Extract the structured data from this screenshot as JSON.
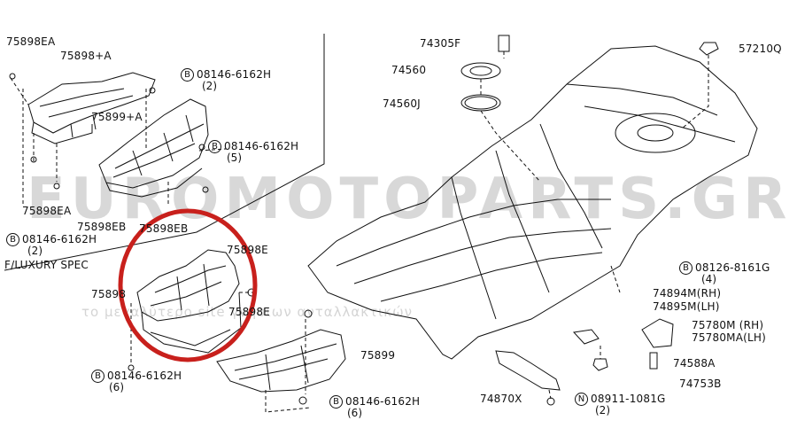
{
  "watermark": {
    "main": "EUROMOTOPARTS.GR",
    "sub": "το μεγαλύτερο site γνήσιων ανταλλακτικών"
  },
  "section_label": "F/LUXURY SPEC",
  "labels": {
    "p75898EA_top": "75898EA",
    "p75898_plusA": "75898+A",
    "p75899_plusA": "75899+A",
    "p75898EA_bottom": "75898EA",
    "p75898EB_a": "75898EB",
    "p75898EB_b": "75898EB",
    "p75898E_a": "75898E",
    "p75898": "75898",
    "p75898E_b": "75898E",
    "p75899": "75899",
    "p74305F": "74305F",
    "p74560": "74560",
    "p74560J": "74560J",
    "p57210Q": "57210Q",
    "p74894M": "74894M(RH)",
    "p74895M": "74895M(LH)",
    "p75780M": "75780M (RH)",
    "p75780MA": "75780MA(LH)",
    "p74588A": "74588A",
    "p74753B": "74753B",
    "p74870X": "74870X"
  },
  "bolts": {
    "b1": {
      "prefix": "B",
      "code": "08146-6162H",
      "qty": "(2)"
    },
    "b2": {
      "prefix": "B",
      "code": "08146-6162H",
      "qty": "(5)"
    },
    "b3": {
      "prefix": "B",
      "code": "08146-6162H",
      "qty": "(2)"
    },
    "b4": {
      "prefix": "B",
      "code": "08146-6162H",
      "qty": "(6)"
    },
    "b5": {
      "prefix": "B",
      "code": "08146-6162H",
      "qty": "(6)"
    },
    "b6": {
      "prefix": "B",
      "code": "08126-8161G",
      "qty": "(4)"
    },
    "b7": {
      "prefix": "N",
      "code": "08911-1081G",
      "qty": "(2)"
    }
  },
  "colors": {
    "highlight": "#c8201c",
    "line": "#111111",
    "watermark": "#b9b9b9"
  }
}
